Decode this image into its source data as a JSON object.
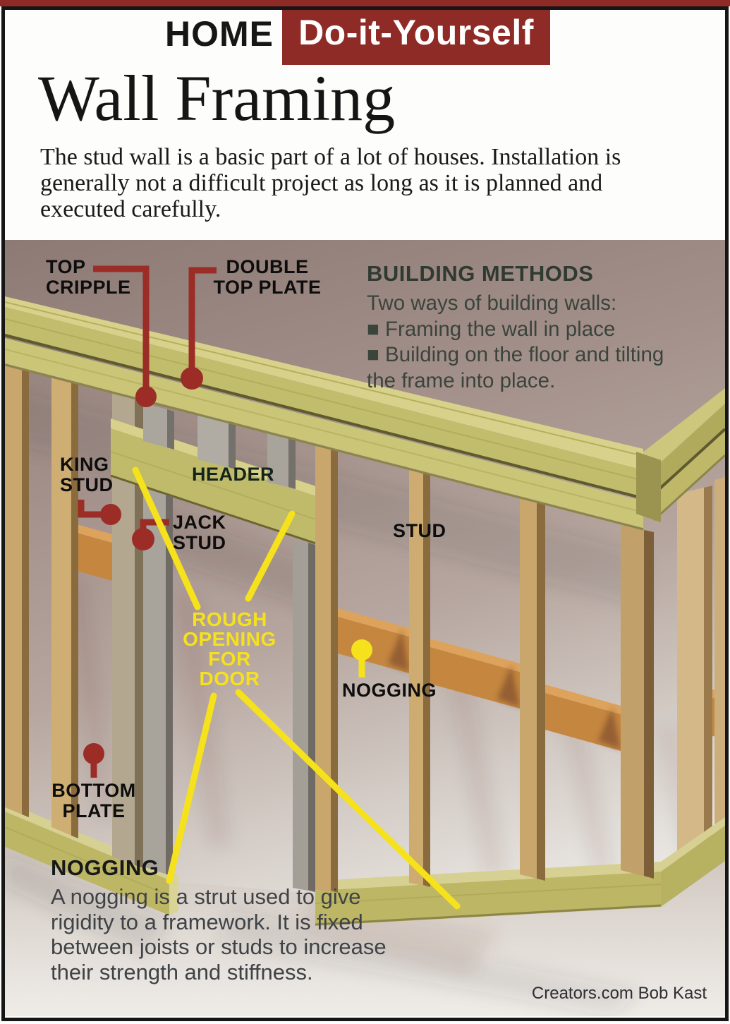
{
  "banner": {
    "home": "HOME",
    "diy": "Do-it-Yourself"
  },
  "title": "Wall Framing",
  "intro": {
    "lines": [
      "The stud wall is a basic part of a lot of houses. Installation is",
      "generally not a difficult project as long as it is planned and",
      "executed carefully."
    ]
  },
  "building": {
    "heading": "BUILDING METHODS",
    "lines": [
      "Two ways of building walls:",
      "■ Framing the wall in place",
      "■ Building on the floor and tilting",
      "the frame into place."
    ]
  },
  "diagram": {
    "labels": {
      "top_cripple": "TOP\nCRIPPLE",
      "double_top_plate": "DOUBLE\nTOP PLATE",
      "king_stud": "KING\nSTUD",
      "jack_stud": "JACK\nSTUD",
      "header": "HEADER",
      "stud": "STUD",
      "nogging": "NOGGING",
      "rough_opening": "ROUGH\nOPENING\nFOR\nDOOR",
      "bottom_plate": "BOTTOM\nPLATE"
    },
    "colors": {
      "banner_red": "#8e2b26",
      "leader_red": "#9b2d26",
      "label_yellow": "#f6e11d",
      "plate_wood": "#c0ba68",
      "stud_wood": "#c9a76c",
      "gray_wood": "#a8a49c",
      "nogging_wood": "#c5873f",
      "wall_mauve": "#a5928b"
    }
  },
  "nogging_info": {
    "heading": "NOGGING",
    "lines": [
      "A nogging is a strut used to give",
      "rigidity to a framework. It is fixed",
      "between joists or studs to increase",
      "their strength and stiffness."
    ]
  },
  "credit": "Creators.com Bob Kast"
}
